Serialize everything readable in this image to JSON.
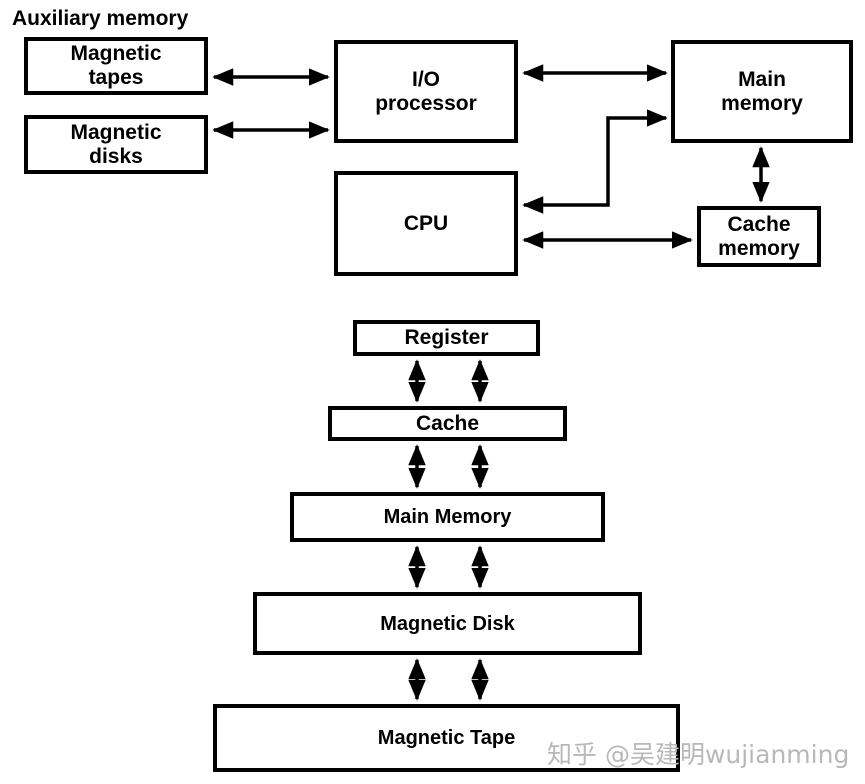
{
  "top_diagram": {
    "group_label": "Auxiliary memory",
    "boxes": {
      "magnetic_tapes": "Magnetic\ntapes",
      "magnetic_disks": "Magnetic\ndisks",
      "io_processor": "I/O\nprocessor",
      "main_memory": "Main\nmemory",
      "cpu": "CPU",
      "cache_memory": "Cache\nmemory"
    },
    "connections": [
      {
        "from": "Magnetic tapes",
        "to": "I/O processor",
        "direction": "bidirectional"
      },
      {
        "from": "Magnetic disks",
        "to": "I/O processor",
        "direction": "bidirectional"
      },
      {
        "from": "I/O processor",
        "to": "Main memory",
        "direction": "bidirectional"
      },
      {
        "from": "CPU",
        "to": "Main memory",
        "direction": "bidirectional"
      },
      {
        "from": "CPU",
        "to": "Cache memory",
        "direction": "bidirectional"
      },
      {
        "from": "Main memory",
        "to": "Cache memory",
        "direction": "bidirectional"
      }
    ]
  },
  "hierarchy": {
    "levels": [
      "Register",
      "Cache",
      "Main Memory",
      "Magnetic Disk",
      "Magnetic Tape"
    ],
    "connections_per_gap": 2,
    "direction": "bidirectional"
  },
  "watermark": "知乎 @吴建明wujianming",
  "colors": {
    "line": "#000000",
    "background": "#ffffff",
    "watermark": "#b8b8b8"
  }
}
